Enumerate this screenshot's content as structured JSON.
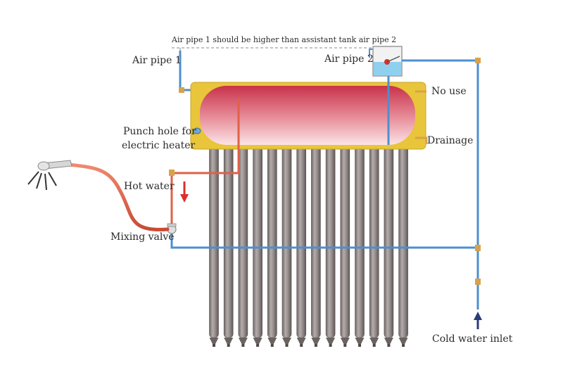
{
  "labels": {
    "note": "Air pipe 1 should be higher than assistant tank air pipe 2",
    "air_pipe_1": "Air pipe 1",
    "air_pipe_2": "Air pipe 2",
    "no_use": "No use",
    "punch_hole_line1": "Punch hole for",
    "punch_hole_line2": "electric heater",
    "drainage": "Drainage",
    "hot_water": "Hot water",
    "mixing_valve": "Mixing valve",
    "cold_water_inlet": "Cold water inlet"
  },
  "tube_count": 14,
  "colors": {
    "tank_frame": "#e8c53a",
    "tank_hot": "#c8324a",
    "tank_cool": "#f7d6da",
    "hot_pipe": "#e06048",
    "cold_pipe": "#4d8fd0",
    "arrow_down": "#d9302b",
    "arrow_up": "#2c3b7a",
    "assist_water": "#8fd0ee",
    "tube_body": "#8d8584"
  }
}
